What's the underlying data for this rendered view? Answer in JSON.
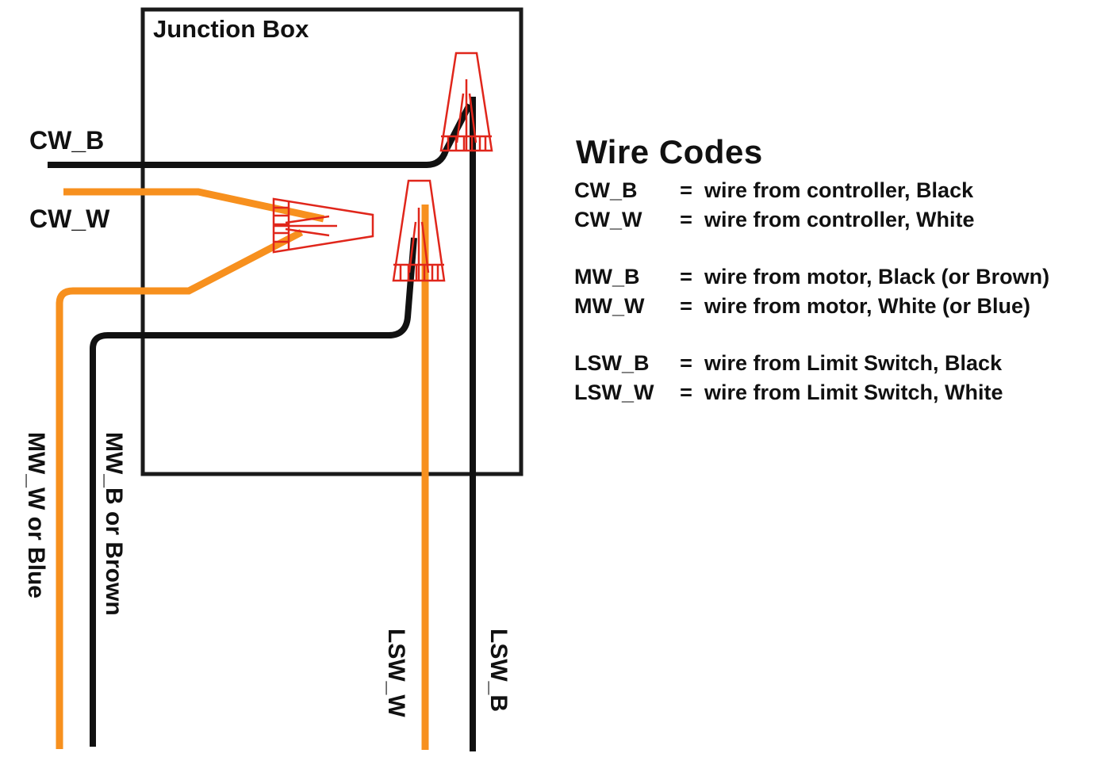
{
  "diagram": {
    "box_title": "Junction Box",
    "wire_labels": {
      "cw_b": "CW_B",
      "cw_w": "CW_W",
      "mw_w": "MW_W or Blue",
      "mw_b": "MW_B or Brown",
      "lsw_w": "LSW_W",
      "lsw_b": "LSW_B"
    },
    "colors": {
      "black_wire": "#111111",
      "white_wire": "#F7901E",
      "wire_nut": "#E0261B",
      "box": "#1a1a1a"
    }
  },
  "legend": {
    "title": "Wire Codes",
    "groups": [
      [
        {
          "code": "CW_B",
          "eq": "=",
          "desc": "wire from controller,  Black"
        },
        {
          "code": "CW_W",
          "eq": "=",
          "desc": "wire from controller,  White"
        }
      ],
      [
        {
          "code": "MW_B",
          "eq": "=",
          "desc": "wire from motor,  Black (or Brown)"
        },
        {
          "code": "MW_W",
          "eq": "=",
          "desc": "wire from motor,  White (or Blue)"
        }
      ],
      [
        {
          "code": "LSW_B",
          "eq": "=",
          "desc": "wire from Limit Switch,  Black"
        },
        {
          "code": "LSW_W",
          "eq": "=",
          "desc": "wire from Limit Switch,  White"
        }
      ]
    ]
  }
}
